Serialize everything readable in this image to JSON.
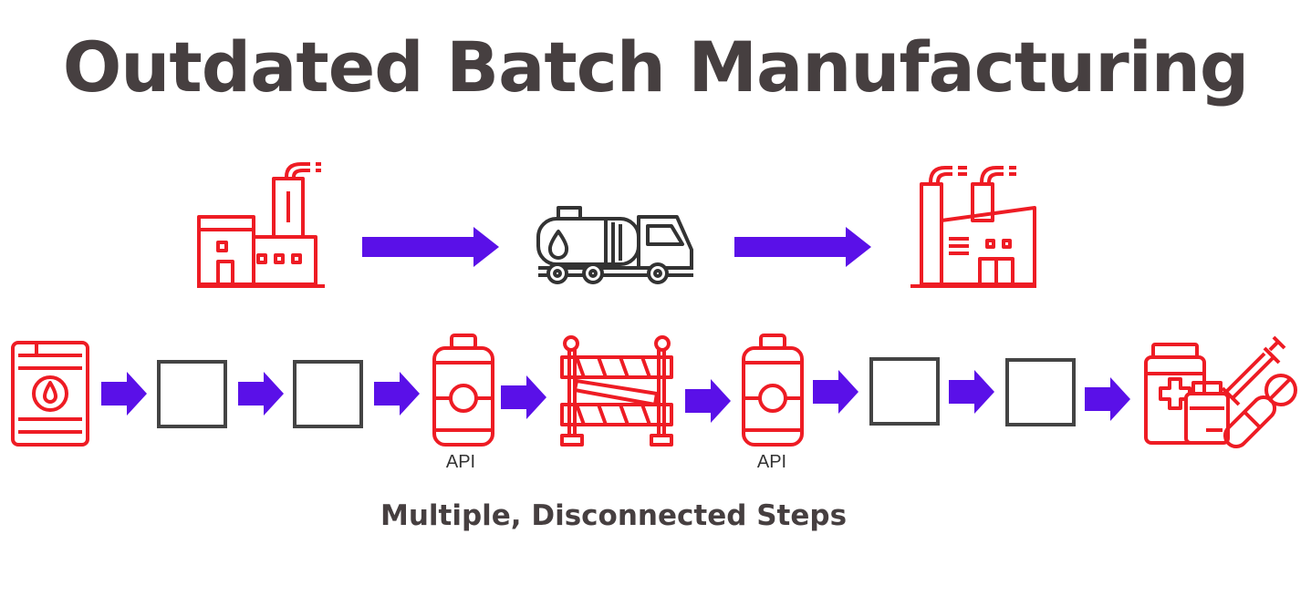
{
  "title": "Outdated Batch Manufacturing",
  "subtitle": "Multiple, Disconnected Steps",
  "labels": {
    "api_1": "API",
    "api_2": "API"
  },
  "colors": {
    "icon_red": "#ee1c24",
    "icon_gray": "#333333",
    "arrow_purple": "#5a10e8",
    "title_text": "#463f40"
  },
  "top_row": [
    "factory-icon",
    "fuel-truck-icon",
    "pharma-factory-icon"
  ],
  "bottom_row": [
    "oil-barrel-icon",
    "empty-step-box",
    "empty-step-box",
    "gas-cylinder-icon",
    "barricade-icon",
    "gas-cylinder-icon",
    "empty-step-box",
    "empty-step-box",
    "medicine-icon"
  ]
}
